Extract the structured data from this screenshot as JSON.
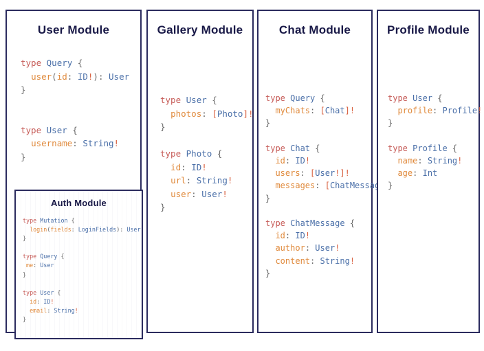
{
  "diagram": {
    "type": "graphql-schema-modules",
    "background_color": "#ffffff",
    "border_color": "#2b2b5e",
    "title_color": "#191947",
    "syntax_colors": {
      "keyword": "#c65b57",
      "type_name": "#4a6fa8",
      "field_name": "#e08a3c",
      "punctuation": "#6b6b6b",
      "bang_bracket": "#d8603f"
    }
  },
  "panels": {
    "user": {
      "title": "User Module",
      "code_lines": [
        [
          {
            "t": "type ",
            "c": "kw"
          },
          {
            "t": "Query",
            "c": "tname"
          },
          {
            "t": " {",
            "c": "punc"
          }
        ],
        [
          {
            "t": "  ",
            "c": "punc"
          },
          {
            "t": "user",
            "c": "field"
          },
          {
            "t": "(",
            "c": "punc"
          },
          {
            "t": "id",
            "c": "field"
          },
          {
            "t": ": ",
            "c": "punc"
          },
          {
            "t": "ID",
            "c": "ret"
          },
          {
            "t": "!",
            "c": "bang"
          },
          {
            "t": ")",
            "c": "punc"
          },
          {
            "t": ": ",
            "c": "punc"
          },
          {
            "t": "User",
            "c": "ret"
          }
        ],
        [
          {
            "t": "}",
            "c": "punc"
          }
        ],
        [
          {
            "t": "",
            "c": "punc"
          }
        ],
        [
          {
            "t": "",
            "c": "punc"
          }
        ],
        [
          {
            "t": "type ",
            "c": "kw"
          },
          {
            "t": "User",
            "c": "tname"
          },
          {
            "t": " {",
            "c": "punc"
          }
        ],
        [
          {
            "t": "  ",
            "c": "punc"
          },
          {
            "t": "username",
            "c": "field"
          },
          {
            "t": ": ",
            "c": "punc"
          },
          {
            "t": "String",
            "c": "ret"
          },
          {
            "t": "!",
            "c": "bang"
          }
        ],
        [
          {
            "t": "}",
            "c": "punc"
          }
        ]
      ]
    },
    "auth": {
      "title": "Auth Module",
      "code_lines": [
        [
          {
            "t": "type ",
            "c": "kw"
          },
          {
            "t": "Mutation",
            "c": "tname"
          },
          {
            "t": " {",
            "c": "punc"
          }
        ],
        [
          {
            "t": "  ",
            "c": "punc"
          },
          {
            "t": "login",
            "c": "field"
          },
          {
            "t": "(",
            "c": "punc"
          },
          {
            "t": "fields",
            "c": "field"
          },
          {
            "t": ": ",
            "c": "punc"
          },
          {
            "t": "LoginFields",
            "c": "ret"
          },
          {
            "t": ")",
            "c": "punc"
          },
          {
            "t": ": ",
            "c": "punc"
          },
          {
            "t": "User",
            "c": "ret"
          }
        ],
        [
          {
            "t": "}",
            "c": "punc"
          }
        ],
        [
          {
            "t": "",
            "c": "punc"
          }
        ],
        [
          {
            "t": "type ",
            "c": "kw"
          },
          {
            "t": "Query",
            "c": "tname"
          },
          {
            "t": " {",
            "c": "punc"
          }
        ],
        [
          {
            "t": " ",
            "c": "punc"
          },
          {
            "t": "me",
            "c": "field"
          },
          {
            "t": ": ",
            "c": "punc"
          },
          {
            "t": "User",
            "c": "ret"
          }
        ],
        [
          {
            "t": "}",
            "c": "punc"
          }
        ],
        [
          {
            "t": "",
            "c": "punc"
          }
        ],
        [
          {
            "t": "type ",
            "c": "kw"
          },
          {
            "t": "User",
            "c": "tname"
          },
          {
            "t": " {",
            "c": "punc"
          }
        ],
        [
          {
            "t": "  ",
            "c": "punc"
          },
          {
            "t": "id",
            "c": "field"
          },
          {
            "t": ": ",
            "c": "punc"
          },
          {
            "t": "ID",
            "c": "ret"
          },
          {
            "t": "!",
            "c": "bang"
          }
        ],
        [
          {
            "t": "  ",
            "c": "punc"
          },
          {
            "t": "email",
            "c": "field"
          },
          {
            "t": ": ",
            "c": "punc"
          },
          {
            "t": "String",
            "c": "ret"
          },
          {
            "t": "!",
            "c": "bang"
          }
        ],
        [
          {
            "t": "}",
            "c": "punc"
          }
        ]
      ]
    },
    "gallery": {
      "title": "Gallery Module",
      "code_lines": [
        [
          {
            "t": "type ",
            "c": "kw"
          },
          {
            "t": "User",
            "c": "tname"
          },
          {
            "t": " {",
            "c": "punc"
          }
        ],
        [
          {
            "t": "  ",
            "c": "punc"
          },
          {
            "t": "photos",
            "c": "field"
          },
          {
            "t": ": ",
            "c": "punc"
          },
          {
            "t": "[",
            "c": "brk"
          },
          {
            "t": "Photo",
            "c": "ret"
          },
          {
            "t": "]",
            "c": "brk"
          },
          {
            "t": "!",
            "c": "bang"
          }
        ],
        [
          {
            "t": "}",
            "c": "punc"
          }
        ],
        [
          {
            "t": "",
            "c": "punc"
          }
        ],
        [
          {
            "t": "type ",
            "c": "kw"
          },
          {
            "t": "Photo",
            "c": "tname"
          },
          {
            "t": " {",
            "c": "punc"
          }
        ],
        [
          {
            "t": "  ",
            "c": "punc"
          },
          {
            "t": "id",
            "c": "field"
          },
          {
            "t": ": ",
            "c": "punc"
          },
          {
            "t": "ID",
            "c": "ret"
          },
          {
            "t": "!",
            "c": "bang"
          }
        ],
        [
          {
            "t": "  ",
            "c": "punc"
          },
          {
            "t": "url",
            "c": "field"
          },
          {
            "t": ": ",
            "c": "punc"
          },
          {
            "t": "String",
            "c": "ret"
          },
          {
            "t": "!",
            "c": "bang"
          }
        ],
        [
          {
            "t": "  ",
            "c": "punc"
          },
          {
            "t": "user",
            "c": "field"
          },
          {
            "t": ": ",
            "c": "punc"
          },
          {
            "t": "User",
            "c": "ret"
          },
          {
            "t": "!",
            "c": "bang"
          }
        ],
        [
          {
            "t": "}",
            "c": "punc"
          }
        ]
      ]
    },
    "chat": {
      "title": "Chat Module",
      "code_lines": [
        [
          {
            "t": "type ",
            "c": "kw"
          },
          {
            "t": "Query",
            "c": "tname"
          },
          {
            "t": " {",
            "c": "punc"
          }
        ],
        [
          {
            "t": "  ",
            "c": "punc"
          },
          {
            "t": "myChats",
            "c": "field"
          },
          {
            "t": ": ",
            "c": "punc"
          },
          {
            "t": "[",
            "c": "brk"
          },
          {
            "t": "Chat",
            "c": "ret"
          },
          {
            "t": "]",
            "c": "brk"
          },
          {
            "t": "!",
            "c": "bang"
          }
        ],
        [
          {
            "t": "}",
            "c": "punc"
          }
        ],
        [
          {
            "t": "",
            "c": "punc"
          }
        ],
        [
          {
            "t": "type ",
            "c": "kw"
          },
          {
            "t": "Chat",
            "c": "tname"
          },
          {
            "t": " {",
            "c": "punc"
          }
        ],
        [
          {
            "t": "  ",
            "c": "punc"
          },
          {
            "t": "id",
            "c": "field"
          },
          {
            "t": ": ",
            "c": "punc"
          },
          {
            "t": "ID",
            "c": "ret"
          },
          {
            "t": "!",
            "c": "bang"
          }
        ],
        [
          {
            "t": "  ",
            "c": "punc"
          },
          {
            "t": "users",
            "c": "field"
          },
          {
            "t": ": ",
            "c": "punc"
          },
          {
            "t": "[",
            "c": "brk"
          },
          {
            "t": "User",
            "c": "ret"
          },
          {
            "t": "!",
            "c": "bang"
          },
          {
            "t": "]",
            "c": "brk"
          },
          {
            "t": "!",
            "c": "bang"
          }
        ],
        [
          {
            "t": "  ",
            "c": "punc"
          },
          {
            "t": "messages",
            "c": "field"
          },
          {
            "t": ": ",
            "c": "punc"
          },
          {
            "t": "[",
            "c": "brk"
          },
          {
            "t": "ChatMessage",
            "c": "ret"
          },
          {
            "t": "]",
            "c": "brk"
          },
          {
            "t": "!",
            "c": "bang"
          }
        ],
        [
          {
            "t": "}",
            "c": "punc"
          }
        ],
        [
          {
            "t": "",
            "c": "punc"
          }
        ],
        [
          {
            "t": "type ",
            "c": "kw"
          },
          {
            "t": "ChatMessage",
            "c": "tname"
          },
          {
            "t": " {",
            "c": "punc"
          }
        ],
        [
          {
            "t": "  ",
            "c": "punc"
          },
          {
            "t": "id",
            "c": "field"
          },
          {
            "t": ": ",
            "c": "punc"
          },
          {
            "t": "ID",
            "c": "ret"
          },
          {
            "t": "!",
            "c": "bang"
          }
        ],
        [
          {
            "t": "  ",
            "c": "punc"
          },
          {
            "t": "author",
            "c": "field"
          },
          {
            "t": ": ",
            "c": "punc"
          },
          {
            "t": "User",
            "c": "ret"
          },
          {
            "t": "!",
            "c": "bang"
          }
        ],
        [
          {
            "t": "  ",
            "c": "punc"
          },
          {
            "t": "content",
            "c": "field"
          },
          {
            "t": ": ",
            "c": "punc"
          },
          {
            "t": "String",
            "c": "ret"
          },
          {
            "t": "!",
            "c": "bang"
          }
        ],
        [
          {
            "t": "}",
            "c": "punc"
          }
        ]
      ]
    },
    "profile": {
      "title": "Profile Module",
      "code_lines": [
        [
          {
            "t": "type ",
            "c": "kw"
          },
          {
            "t": "User",
            "c": "tname"
          },
          {
            "t": " {",
            "c": "punc"
          }
        ],
        [
          {
            "t": "  ",
            "c": "punc"
          },
          {
            "t": "profile",
            "c": "field"
          },
          {
            "t": ": ",
            "c": "punc"
          },
          {
            "t": "Profile",
            "c": "ret"
          },
          {
            "t": "!",
            "c": "bang"
          }
        ],
        [
          {
            "t": "}",
            "c": "punc"
          }
        ],
        [
          {
            "t": "",
            "c": "punc"
          }
        ],
        [
          {
            "t": "type ",
            "c": "kw"
          },
          {
            "t": "Profile",
            "c": "tname"
          },
          {
            "t": " {",
            "c": "punc"
          }
        ],
        [
          {
            "t": "  ",
            "c": "punc"
          },
          {
            "t": "name",
            "c": "field"
          },
          {
            "t": ": ",
            "c": "punc"
          },
          {
            "t": "String",
            "c": "ret"
          },
          {
            "t": "!",
            "c": "bang"
          }
        ],
        [
          {
            "t": "  ",
            "c": "punc"
          },
          {
            "t": "age",
            "c": "field"
          },
          {
            "t": ": ",
            "c": "punc"
          },
          {
            "t": "Int",
            "c": "ret"
          }
        ],
        [
          {
            "t": "}",
            "c": "punc"
          }
        ]
      ]
    }
  }
}
